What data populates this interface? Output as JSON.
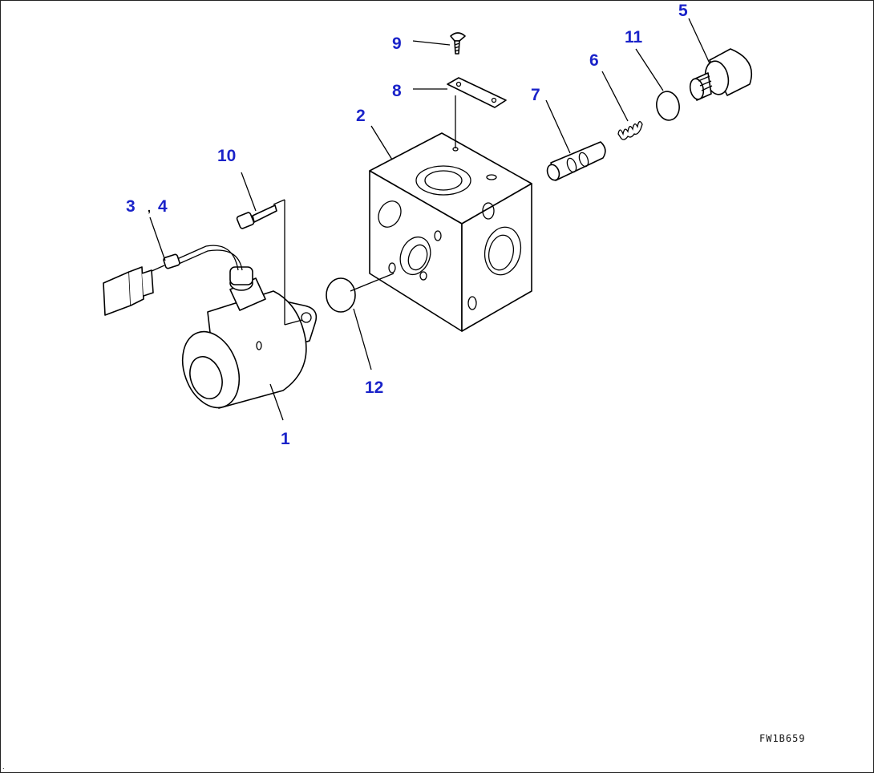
{
  "callouts": {
    "c1": "1",
    "c2": "2",
    "c3": "3",
    "c4": "4",
    "c5": "5",
    "c6": "6",
    "c7": "7",
    "c8": "8",
    "c9": "9",
    "c10": "10",
    "c11": "11",
    "c12": "12"
  },
  "drawing_code": "FW1B659",
  "colors": {
    "callout": "#1a23c9",
    "line": "#000000"
  }
}
